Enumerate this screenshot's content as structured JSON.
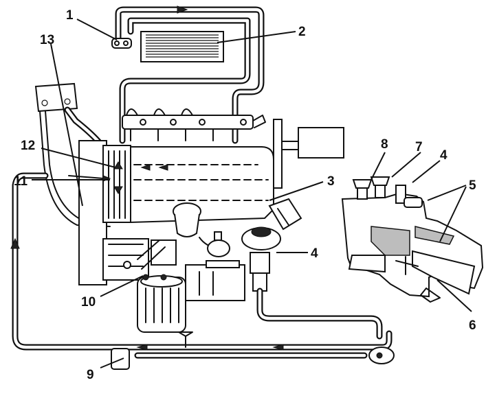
{
  "callouts": [
    {
      "id": "1",
      "label": "1"
    },
    {
      "id": "2",
      "label": "2"
    },
    {
      "id": "3",
      "label": "3"
    },
    {
      "id": "4",
      "label": "4"
    },
    {
      "id": "4b",
      "label": "4"
    },
    {
      "id": "5",
      "label": "5"
    },
    {
      "id": "6",
      "label": "6"
    },
    {
      "id": "7",
      "label": "7"
    },
    {
      "id": "8",
      "label": "8"
    },
    {
      "id": "9",
      "label": "9"
    },
    {
      "id": "10",
      "label": "10"
    },
    {
      "id": "11",
      "label": "11"
    },
    {
      "id": "12",
      "label": "12"
    },
    {
      "id": "13",
      "label": "13"
    }
  ],
  "style": {
    "ink": "#111111",
    "paper": "#ffffff",
    "shade": "#bdbdbd"
  }
}
